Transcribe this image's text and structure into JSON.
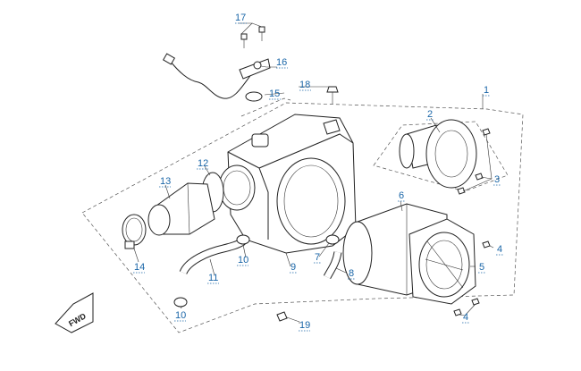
{
  "callouts": [
    {
      "id": "1",
      "label": "1"
    },
    {
      "id": "2",
      "label": "2"
    },
    {
      "id": "3",
      "label": "3"
    },
    {
      "id": "4a",
      "label": "4"
    },
    {
      "id": "4b",
      "label": "4"
    },
    {
      "id": "5",
      "label": "5"
    },
    {
      "id": "6",
      "label": "6"
    },
    {
      "id": "7",
      "label": "7"
    },
    {
      "id": "8",
      "label": "8"
    },
    {
      "id": "9",
      "label": "9"
    },
    {
      "id": "10a",
      "label": "10"
    },
    {
      "id": "10b",
      "label": "10"
    },
    {
      "id": "11",
      "label": "11"
    },
    {
      "id": "12",
      "label": "12"
    },
    {
      "id": "13",
      "label": "13"
    },
    {
      "id": "14",
      "label": "14"
    },
    {
      "id": "15",
      "label": "15"
    },
    {
      "id": "16",
      "label": "16"
    },
    {
      "id": "17",
      "label": "17"
    },
    {
      "id": "18",
      "label": "18"
    },
    {
      "id": "19",
      "label": "19"
    }
  ],
  "fwd_label": "FWD",
  "colors": {
    "callout": "#1a66a8",
    "line": "#222222"
  }
}
